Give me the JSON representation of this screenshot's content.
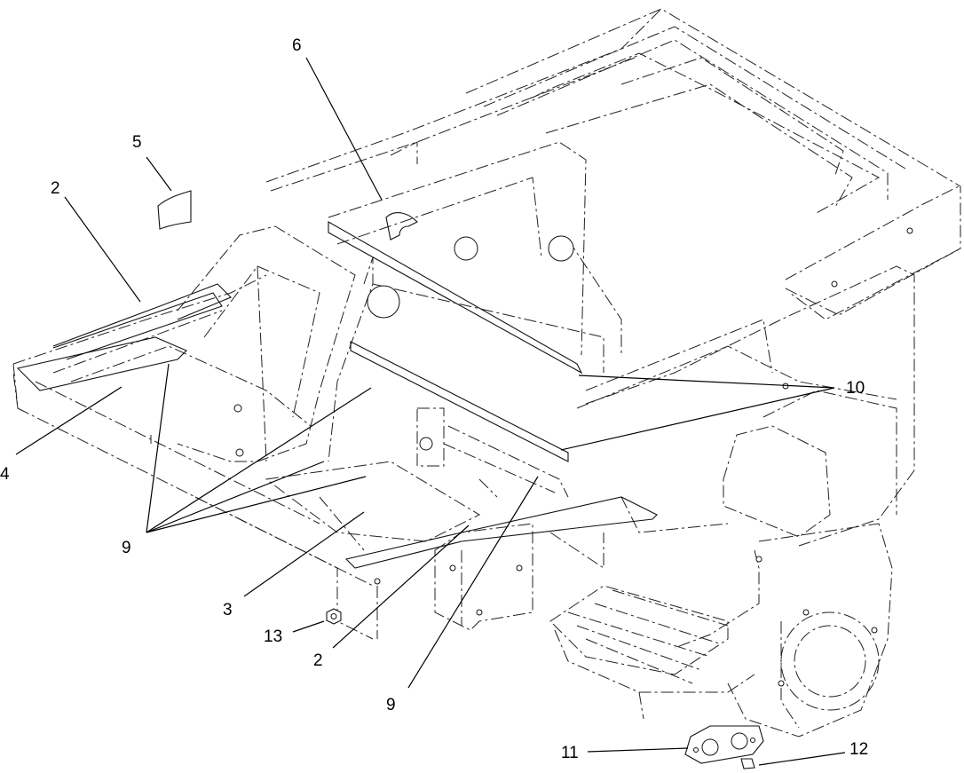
{
  "callouts": [
    {
      "id": "c2a",
      "label": "2"
    },
    {
      "id": "c5",
      "label": "5"
    },
    {
      "id": "c6",
      "label": "6"
    },
    {
      "id": "c4",
      "label": "4"
    },
    {
      "id": "c9a",
      "label": "9"
    },
    {
      "id": "c10",
      "label": "10"
    },
    {
      "id": "c3",
      "label": "3"
    },
    {
      "id": "c13",
      "label": "13"
    },
    {
      "id": "c2b",
      "label": "2"
    },
    {
      "id": "c9b",
      "label": "9"
    },
    {
      "id": "c11",
      "label": "11"
    },
    {
      "id": "c12",
      "label": "12"
    }
  ]
}
